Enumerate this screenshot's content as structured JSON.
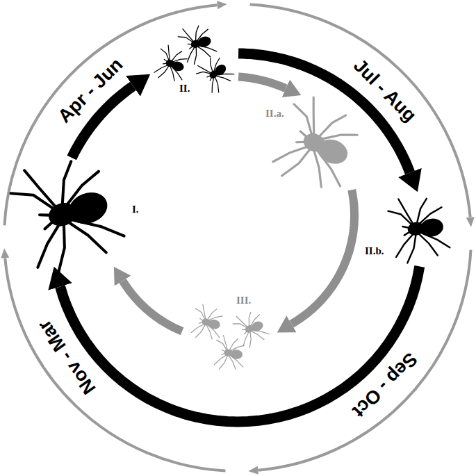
{
  "diagram": {
    "nodes": [
      {
        "text": [
          "I."
        ]
      },
      {
        "text": [
          "II."
        ]
      },
      {
        "text": [
          "II.a."
        ]
      },
      {
        "text": [
          "II.b."
        ]
      },
      {
        "text": [
          "III."
        ]
      }
    ],
    "edges": [
      {
        "from": 0,
        "to": 1,
        "arrow": "to"
      },
      {
        "from": 1,
        "to": 3,
        "arrow": "to"
      },
      {
        "from": 3,
        "to": 0,
        "arrow": "to"
      },
      {
        "from": 1,
        "to": 2,
        "arrow": "to"
      },
      {
        "from": 2,
        "to": 4,
        "arrow": "to"
      },
      {
        "from": 4,
        "to": 0,
        "arrow": "to"
      }
    ],
    "labels": [
      "Apr - Jun",
      "Jul - Aug",
      "Sep - Oct",
      "Nov - Mar"
    ]
  }
}
